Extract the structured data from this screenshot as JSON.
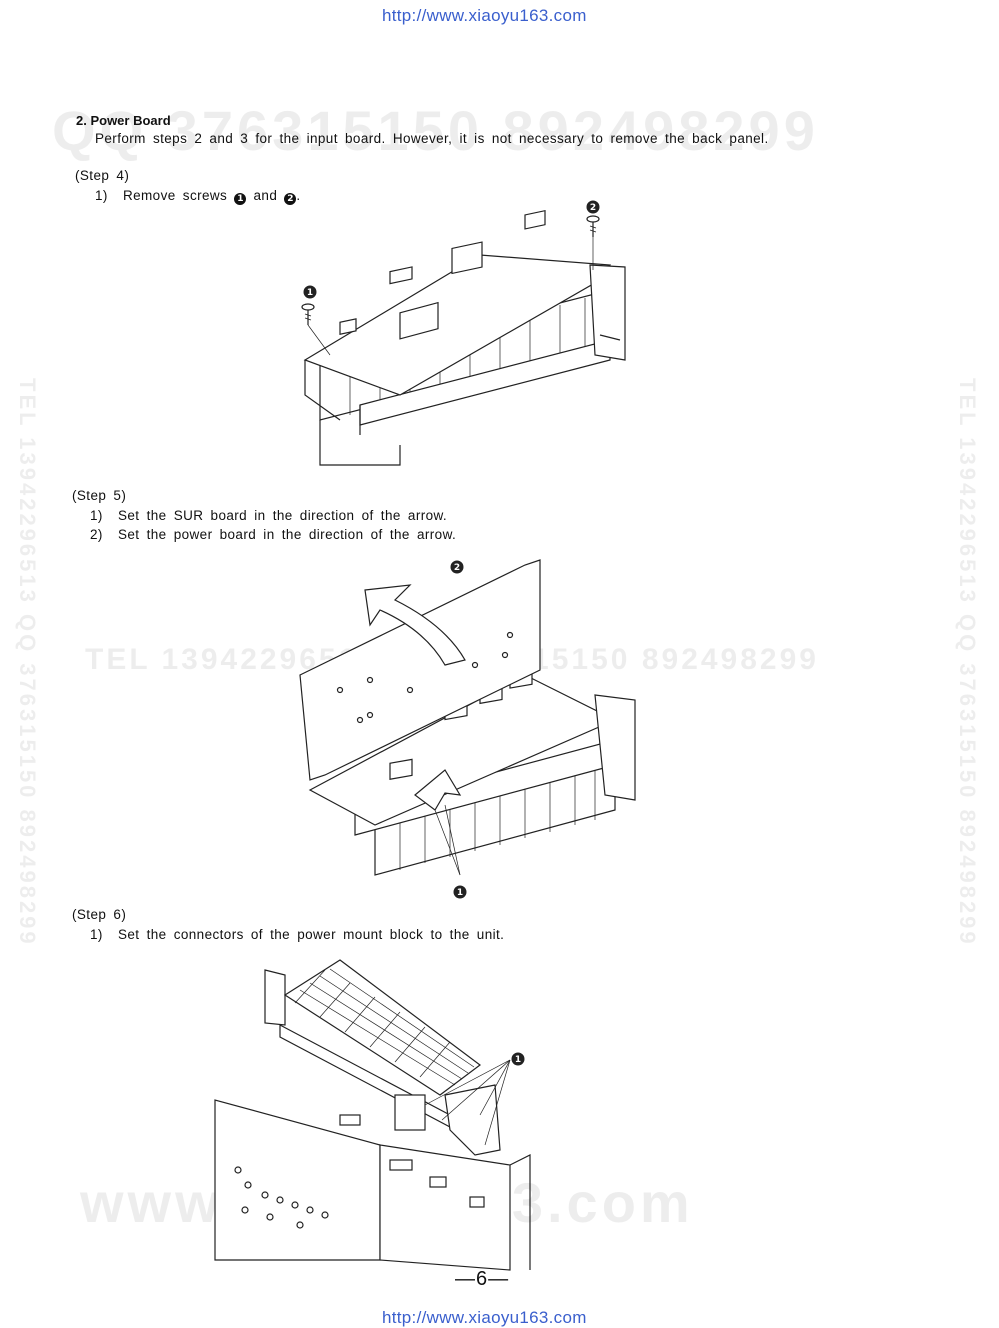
{
  "header": {
    "url": "http://www.xiaoyu163.com"
  },
  "footer": {
    "url": "http://www.xiaoyu163.com",
    "page_number": "—6—"
  },
  "watermarks": {
    "top": "QQ 376315150  892498299",
    "middle": "TEL 13942296513  QQ 376315150  892498299",
    "bottom": "www.xiaoyu163.com",
    "left_vertical": "TEL 13942296513  QQ 376315150  892498299",
    "right_vertical": "TEL 13942296513  QQ 376315150  892498299"
  },
  "section": {
    "title": "2.  Power Board",
    "intro": "Perform steps 2 and 3 for the input board. However, it is not necessary to remove the back panel."
  },
  "steps": [
    {
      "label": "(Step 4)",
      "items": [
        {
          "num": "1)",
          "text_before": "Remove screws",
          "marker1": "1",
          "text_mid": "and",
          "marker2": "2",
          "text_after": "."
        }
      ],
      "callouts": [
        "1",
        "2"
      ]
    },
    {
      "label": "(Step 5)",
      "items": [
        {
          "num": "1)",
          "text": "Set the SUR board in the direction of the arrow."
        },
        {
          "num": "2)",
          "text": "Set the power board in the direction of the arrow."
        }
      ],
      "callouts": [
        "2",
        "1"
      ]
    },
    {
      "label": "(Step 6)",
      "items": [
        {
          "num": "1)",
          "text": "Set the connectors of the power mount block to the unit."
        }
      ],
      "callouts": [
        "1"
      ]
    }
  ]
}
